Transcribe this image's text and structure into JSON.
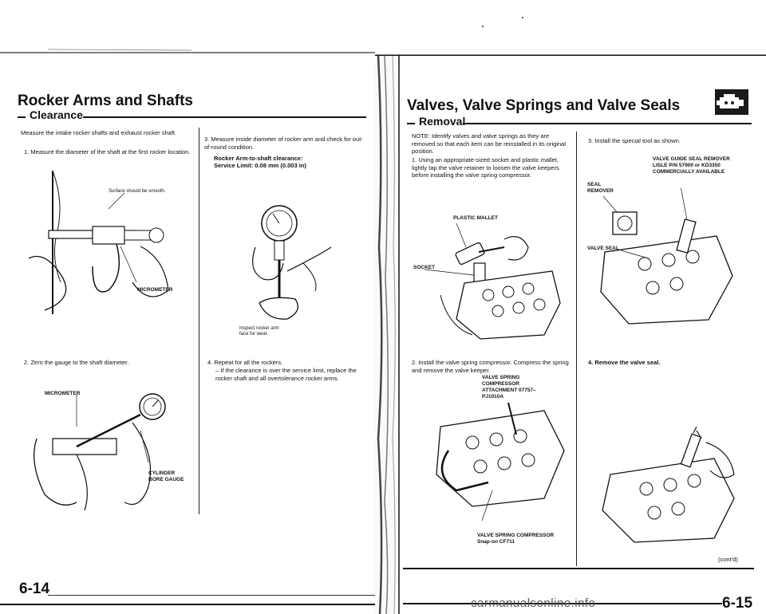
{
  "left_page": {
    "title": "Rocker Arms and Shafts",
    "section": "Clearance",
    "intro": "Measure the intake rocker shafts and exhaust rocker shaft.",
    "step1": "1.  Measure the diameter of the shaft at the first rocker location.",
    "fig1_smooth": "Surface should be smooth.",
    "fig1_micrometer": "MICROMETER",
    "step2": "2.  Zero the gauge to the shaft diameter.",
    "fig2_micrometer": "MICROMETER",
    "fig2_bore_gauge": "CYLINDER BORE GAUGE",
    "step3": "3.  Measure inside diameter of rocker arm and check for out-of-round condition.",
    "clearance_heading": "Rocker Arm-to-shaft clearance:",
    "service_limit": "Service Limit: 0.08 mm (0.003 in)",
    "fig3_inspect": "Inspect rocker arm face for wear.",
    "step4": "4.  Repeat for all the rockers.",
    "step4_note": "– If the clearance is over the service limit, replace the rocker shaft and all overtolerance rocker arms.",
    "page_number": "6-14"
  },
  "right_page": {
    "title": "Valves, Valve Springs and Valve Seals",
    "section": "Removal",
    "note": "NOTE:  Identify valves and valve springs as they are removed so that each item can be reinstalled in its original position.",
    "step1": "1.  Using an appropriate-sized socket and plastic mallet, lightly tap the valve retainer to loosen the valve keepers before installing the valve spring compressor.",
    "fig1_mallet": "PLASTIC MALLET",
    "fig1_socket": "SOCKET",
    "step2": "2.  Install the valve spring compressor. Compress the spring and remove the valve keeper.",
    "fig2_attachment": "VALVE SPRING COMPRESSOR ATTACHMENT 07757–PJ1010A",
    "fig2_compressor": "VALVE SPRING COMPRESSOR Snap-on CF711",
    "step3": "3.  Install the special tool as shown.",
    "fig3_guide": "VALVE GUIDE SEAL REMOVER LISLE P/N 57900 or KD3350 COMMERCIALLY AVAILABLE",
    "fig3_seal_remover": "SEAL REMOVER",
    "fig3_valve_seal": "VALVE SEAL",
    "step4": "4.  Remove the valve seal.",
    "contd": "(cont'd)",
    "page_number": "6-15"
  },
  "watermark": "carmanualsonline.info",
  "colors": {
    "ink": "#111111",
    "paper": "#ffffff",
    "badge": "#1a1a1a"
  },
  "icons": {
    "engine": "engine-icon"
  }
}
